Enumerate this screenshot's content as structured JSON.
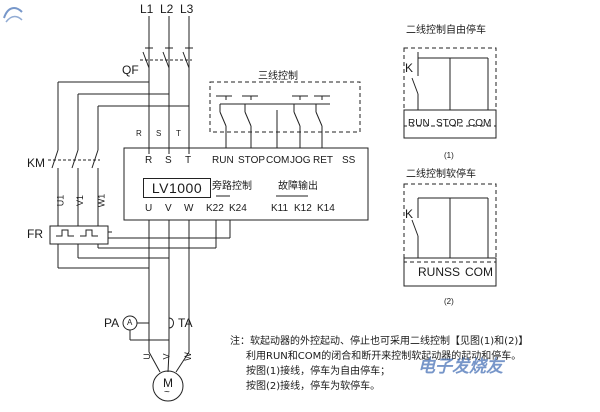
{
  "lines": [
    "L1",
    "L2",
    "L3"
  ],
  "qf": "QF",
  "km": "KM",
  "fr": "FR",
  "pa": "PA",
  "ta": "TA",
  "ammeter": "A",
  "motor": "M",
  "motor_sub": "~",
  "mid_phase_tags": [
    "U1",
    "V1",
    "W1"
  ],
  "motor_phase_tags": [
    "U",
    "V",
    "W"
  ],
  "three_wire_title": "三线控制",
  "unit": {
    "model": "LV1000",
    "top_terminals": [
      "R",
      "S",
      "T",
      "RUN",
      "STOP",
      "COM",
      "JOG",
      "RET",
      "SS"
    ],
    "input_tags": [
      "R",
      "S",
      "T"
    ],
    "bottom_terminals": [
      "U",
      "V",
      "W",
      "K22",
      "K24",
      "K11",
      "K12",
      "K14"
    ],
    "bypass_label": "旁路控制",
    "fault_label": "故障输出"
  },
  "right1": {
    "title": "二线控制自由停车",
    "k": "K",
    "terminals": [
      "RUN",
      "STOP",
      "COM"
    ],
    "caption": "(1)"
  },
  "right2": {
    "title": "二线控制软停车",
    "k": "K",
    "terminals": [
      "RUN",
      "SS",
      "COM"
    ],
    "caption": "(2)"
  },
  "note": [
    "注：软起动器的外控起动、停止也可采用二线控制【见图(1)和(2)】",
    "利用RUN和COM的闭合和断开来控制软起动器的起动和停车。",
    "按图(1)接线，停车为自由停车；",
    "按图(2)接线，停车为软停车。"
  ],
  "watermark": "电子发烧友"
}
